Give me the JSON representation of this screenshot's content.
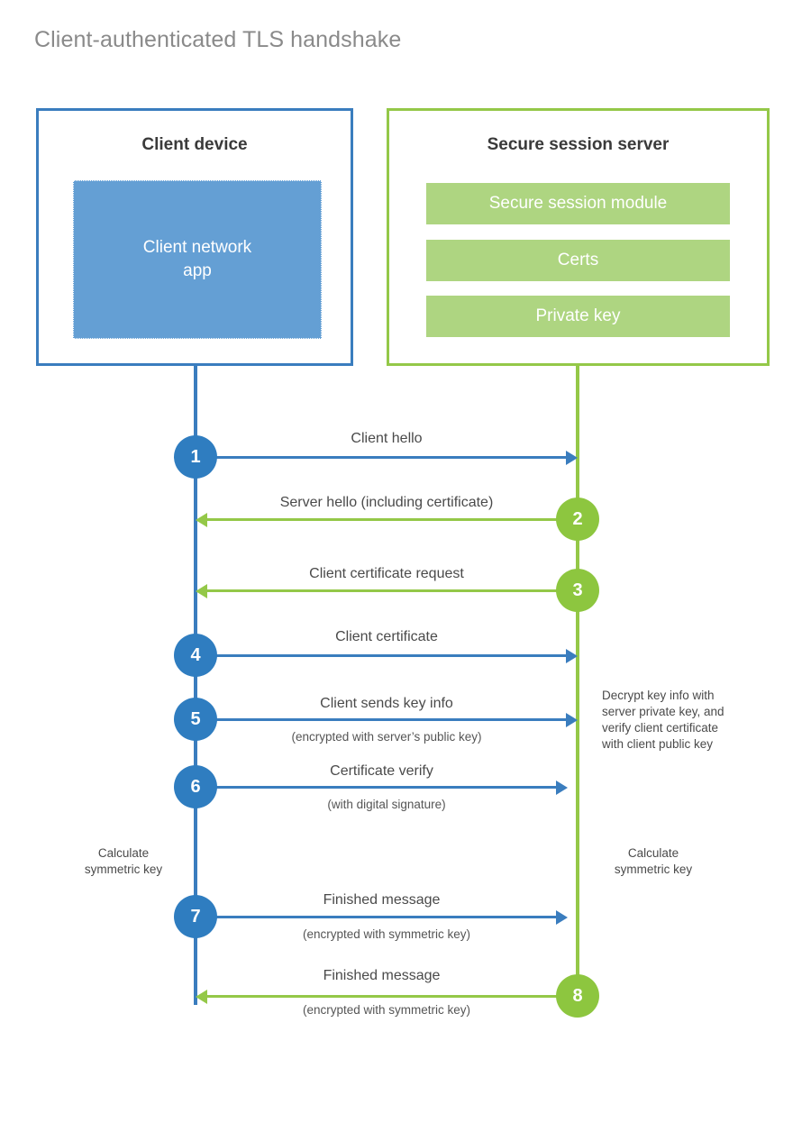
{
  "title": "Client-authenticated TLS handshake",
  "colors": {
    "client_blue": "#3a7dbe",
    "client_circle_blue": "#2f7dc0",
    "client_app_fill": "#649fd4",
    "server_green": "#94c848",
    "server_circle_green": "#8dc63f",
    "server_bar_fill": "#aed581",
    "text_gray": "#4a4a4a",
    "title_gray": "#8a8a8a",
    "background": "#ffffff"
  },
  "client": {
    "title": "Client device",
    "app_label": "Client network\napp",
    "app_label_line1": "Client network",
    "app_label_line2": "app"
  },
  "server": {
    "title": "Secure session server",
    "components": [
      {
        "label": "Secure session module"
      },
      {
        "label": "Certs"
      },
      {
        "label": "Private key"
      }
    ]
  },
  "steps": [
    {
      "number": "1",
      "direction": "client-to-server",
      "side": "client",
      "label": "Client hello",
      "sub": ""
    },
    {
      "number": "2",
      "direction": "server-to-client",
      "side": "server",
      "label": "Server hello (including certificate)",
      "sub": ""
    },
    {
      "number": "3",
      "direction": "server-to-client",
      "side": "server",
      "label": "Client certificate request",
      "sub": ""
    },
    {
      "number": "4",
      "direction": "client-to-server",
      "side": "client",
      "label": "Client certificate",
      "sub": ""
    },
    {
      "number": "5",
      "direction": "client-to-server",
      "side": "client",
      "label": "Client sends key info",
      "sub": "(encrypted with server’s public key)"
    },
    {
      "number": "6",
      "direction": "client-to-server",
      "side": "client",
      "label": "Certificate verify",
      "sub": "(with digital signature)"
    },
    {
      "number": "7",
      "direction": "client-to-server",
      "side": "client",
      "label": "Finished message",
      "sub": "(encrypted with symmetric key)"
    },
    {
      "number": "8",
      "direction": "server-to-client",
      "side": "server",
      "label": "Finished message",
      "sub": "(encrypted with symmetric key)"
    }
  ],
  "notes": {
    "server_decrypt": "Decrypt key info with\nserver private key, and\nverify client certificate\nwith client public key",
    "server_decrypt_lines": [
      "Decrypt key info with",
      "server private key, and",
      "verify client certificate",
      "with client public key"
    ],
    "client_calc_lines": [
      "Calculate",
      "symmetric key"
    ],
    "server_calc_lines": [
      "Calculate",
      "symmetric key"
    ]
  }
}
